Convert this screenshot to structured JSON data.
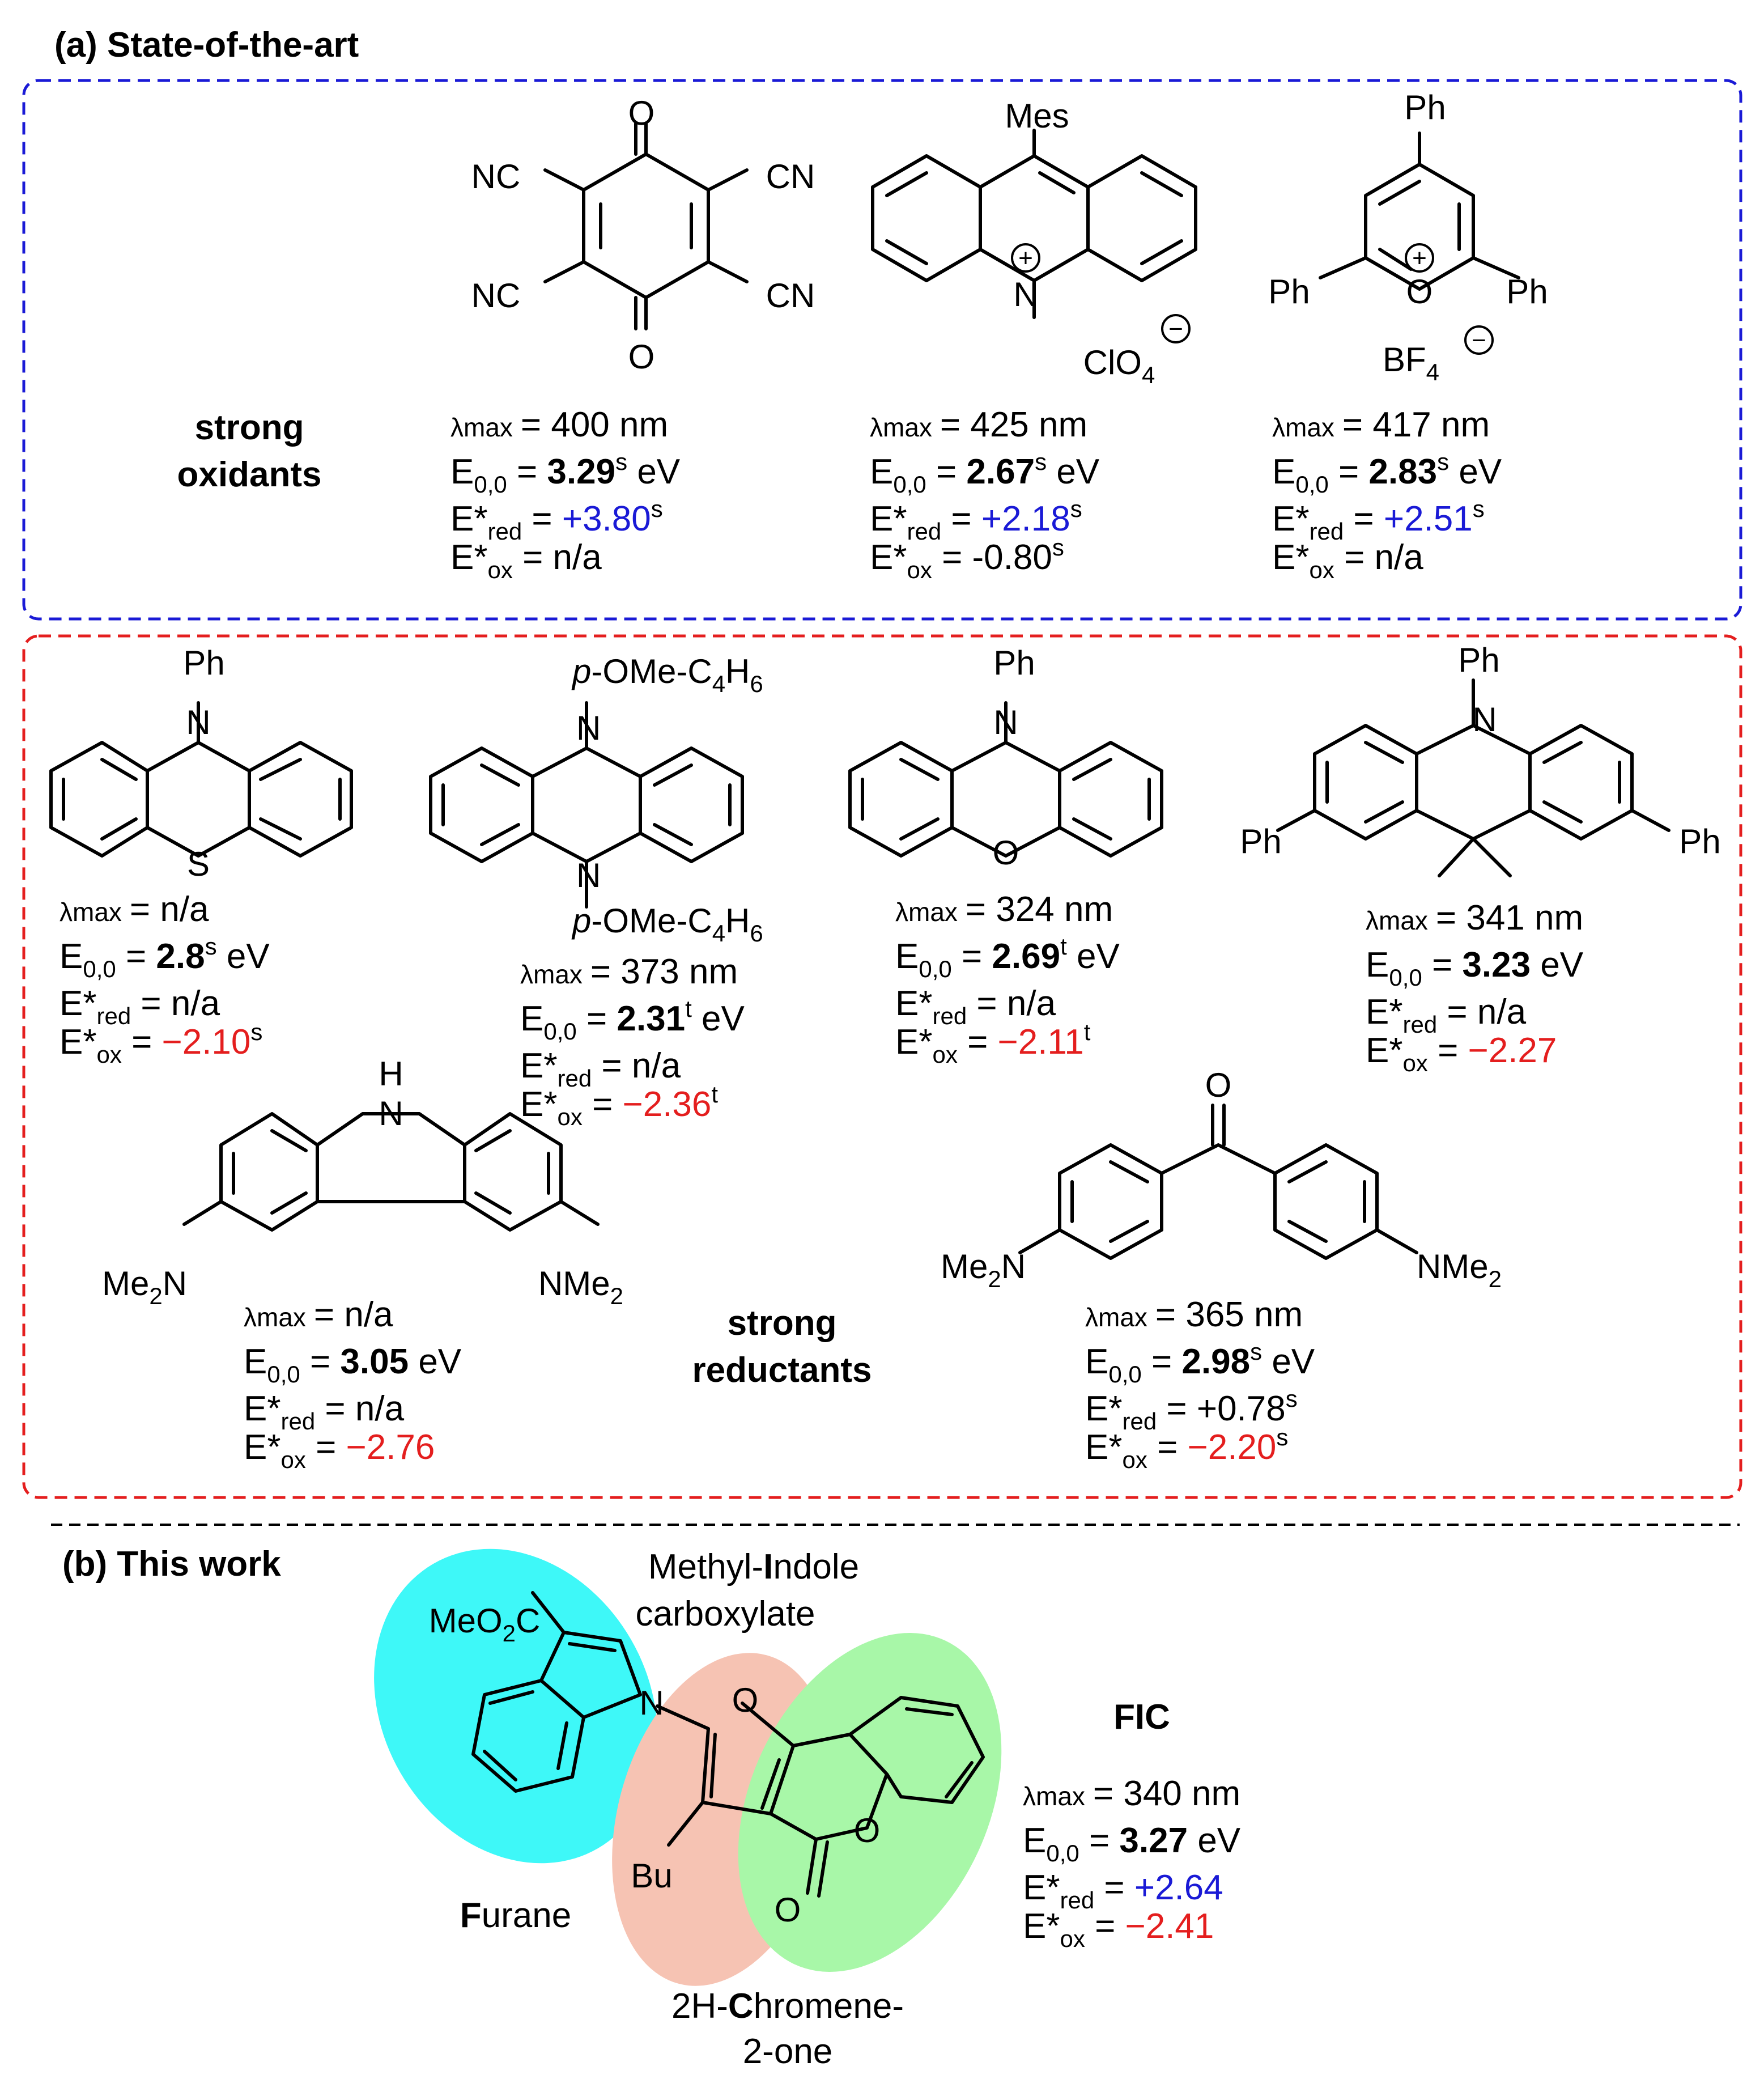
{
  "colors": {
    "oxidant": "#1a1ad6",
    "reductant": "#e41e1e",
    "indole_fill": "#3ef8f8",
    "furan_fill": "#f6c3b3",
    "chromene_fill": "#a8f7a8",
    "indole_label": "#1f8fc9",
    "furan_label": "#f08b82",
    "chromene_label": "#1c6d1c"
  },
  "section_a": {
    "title": "(a) State-of-the-art"
  },
  "oxidants": {
    "label_line1": "strong",
    "label_line2": "oxidants",
    "items": [
      {
        "name": "chloranil-tetracyano",
        "struct": {
          "O_top": "O",
          "O_bot": "O",
          "nc1": "NC",
          "nc2": "NC",
          "cn1": "CN",
          "cn2": "CN"
        },
        "lmax_sym": "λmax",
        "lmax_val": "= 400 nm",
        "e00_pre": "E",
        "e00_sub": "0,0",
        "e00_eq": " = ",
        "e00_bold": "3.29",
        "e00_sup": "s",
        "e00_unit": " eV",
        "ered_pre": "E*",
        "ered_sub": "red",
        "ered_eq": " = ",
        "ered_val": "+3.80",
        "ered_sup": "s",
        "ered_color": "oxidant",
        "eox_pre": "E*",
        "eox_sub": "ox",
        "eox_eq": " = ",
        "eox_val": "n/a",
        "eox_sup": "",
        "eox_color": "plain"
      },
      {
        "name": "mes-acridinium",
        "struct": {
          "mes": "Mes",
          "N": "N",
          "plus": "+",
          "clo": "ClO",
          "clo_sub": "4",
          "minus": "−"
        },
        "lmax_sym": "λmax",
        "lmax_val": "= 425 nm",
        "e00_pre": "E",
        "e00_sub": "0,0",
        "e00_eq": " = ",
        "e00_bold": "2.67",
        "e00_sup": "s",
        "e00_unit": " eV",
        "ered_pre": "E*",
        "ered_sub": "red",
        "ered_eq": " = ",
        "ered_val": "+2.18",
        "ered_sup": "s",
        "ered_color": "oxidant",
        "eox_pre": "E*",
        "eox_sub": "ox",
        "eox_eq": " = ",
        "eox_val": "-0.80",
        "eox_sup": "s",
        "eox_color": "plain"
      },
      {
        "name": "triphenylpyrylium",
        "struct": {
          "ph_top": "Ph",
          "ph_left": "Ph",
          "ph_right": "Ph",
          "O": "O",
          "plus": "+",
          "bf": "BF",
          "bf_sub": "4",
          "minus": "−"
        },
        "lmax_sym": "λmax",
        "lmax_val": "= 417 nm",
        "e00_pre": "E",
        "e00_sub": "0,0",
        "e00_eq": " = ",
        "e00_bold": "2.83",
        "e00_sup": "s",
        "e00_unit": " eV",
        "ered_pre": "E*",
        "ered_sub": "red",
        "ered_eq": " = ",
        "ered_val": "+2.51",
        "ered_sup": "s",
        "ered_color": "oxidant",
        "eox_pre": "E*",
        "eox_sub": "ox",
        "eox_eq": " = ",
        "eox_val": "n/a",
        "eox_sup": "",
        "eox_color": "plain"
      }
    ]
  },
  "reductants": {
    "label_line1": "strong",
    "label_line2": "reductants",
    "items": [
      {
        "name": "phenothiazine",
        "struct": {
          "ph": "Ph",
          "N": "N",
          "S": "S"
        },
        "lmax_sym": "λmax",
        "lmax_val": "= n/a",
        "e00_pre": "E",
        "e00_sub": "0,0",
        "e00_eq": " = ",
        "e00_bold": "2.8",
        "e00_sup": "s",
        "e00_unit": " eV",
        "ered_pre": "E*",
        "ered_sub": "red",
        "ered_eq": " = ",
        "ered_val": "n/a",
        "ered_sup": "",
        "ered_color": "plain",
        "eox_pre": "E*",
        "eox_sub": "ox",
        "eox_eq": " = ",
        "eox_val": "−2.10",
        "eox_sup": "s",
        "eox_color": "reductant"
      },
      {
        "name": "dihydrophenazine",
        "struct": {
          "sub_top_it": "p",
          "sub_top": "-OMe-C",
          "sub_top_sub": "4",
          "sub_top_end": "H",
          "sub_top_sub2": "6",
          "sub_bot_it": "p",
          "sub_bot": "-OMe-C",
          "sub_bot_sub": "4",
          "sub_bot_end": "H",
          "sub_bot_sub2": "6",
          "N1": "N",
          "N2": "N"
        },
        "lmax_sym": "λmax",
        "lmax_val": "= 373 nm",
        "e00_pre": "E",
        "e00_sub": "0,0",
        "e00_eq": " = ",
        "e00_bold": "2.31",
        "e00_sup": "t",
        "e00_unit": " eV",
        "ered_pre": "E*",
        "ered_sub": "red",
        "ered_eq": " = ",
        "ered_val": "n/a",
        "ered_sup": "",
        "ered_color": "plain",
        "eox_pre": "E*",
        "eox_sub": "ox",
        "eox_eq": " = ",
        "eox_val": "−2.36",
        "eox_sup": "t",
        "eox_color": "reductant"
      },
      {
        "name": "phenoxazine",
        "struct": {
          "ph": "Ph",
          "N": "N",
          "O": "O"
        },
        "lmax_sym": "λmax",
        "lmax_val": "= 324 nm",
        "e00_pre": "E",
        "e00_sub": "0,0",
        "e00_eq": " = ",
        "e00_bold": "2.69",
        "e00_sup": "t",
        "e00_unit": " eV",
        "ered_pre": "E*",
        "ered_sub": "red",
        "ered_eq": " = ",
        "ered_val": "n/a",
        "ered_sup": "",
        "ered_color": "plain",
        "eox_pre": "E*",
        "eox_sub": "ox",
        "eox_eq": " = ",
        "eox_val": "−2.11",
        "eox_sup": "t",
        "eox_color": "reductant"
      },
      {
        "name": "dihydroacridine",
        "struct": {
          "ph": "Ph",
          "N": "N",
          "ph_left": "Ph",
          "ph_right": "Ph"
        },
        "lmax_sym": "λmax",
        "lmax_val": "= 341 nm",
        "e00_pre": "E",
        "e00_sub": "0,0",
        "e00_eq": " = ",
        "e00_bold": "3.23",
        "e00_sup": "",
        "e00_unit": " eV",
        "ered_pre": "E*",
        "ered_sub": "red",
        "ered_eq": " = ",
        "ered_val": "n/a",
        "ered_sup": "",
        "ered_color": "plain",
        "eox_pre": "E*",
        "eox_sub": "ox",
        "eox_eq": " = ",
        "eox_val": "−2.27",
        "eox_sup": "",
        "eox_color": "reductant"
      },
      {
        "name": "carbazole",
        "struct": {
          "H": "H",
          "N": "N",
          "nme_left": "Me",
          "nme_left_sub": "2",
          "nme_left_end": "N",
          "nme_right": "NMe",
          "nme_right_sub": "2"
        },
        "lmax_sym": "λmax",
        "lmax_val": "= n/a",
        "e00_pre": "E",
        "e00_sub": "0,0",
        "e00_eq": " = ",
        "e00_bold": "3.05",
        "e00_sup": "",
        "e00_unit": " eV",
        "ered_pre": "E*",
        "ered_sub": "red",
        "ered_eq": " = ",
        "ered_val": "n/a",
        "ered_sup": "",
        "ered_color": "plain",
        "eox_pre": "E*",
        "eox_sub": "ox",
        "eox_eq": " = ",
        "eox_val": "−2.76",
        "eox_sup": "",
        "eox_color": "reductant"
      },
      {
        "name": "michlers-ketone",
        "struct": {
          "O": "O",
          "nme_left": "Me",
          "nme_left_sub": "2",
          "nme_left_end": "N",
          "nme_right": "NMe",
          "nme_right_sub": "2"
        },
        "lmax_sym": "λmax",
        "lmax_val": "= 365 nm",
        "e00_pre": "E",
        "e00_sub": "0,0",
        "e00_eq": " = ",
        "e00_bold": "2.98",
        "e00_sup": "s",
        "e00_unit": " eV",
        "ered_pre": "E*",
        "ered_sub": "red",
        "ered_eq": " = ",
        "ered_val": "+0.78",
        "ered_sup": "s",
        "ered_color": "plain",
        "eox_pre": "E*",
        "eox_sub": "ox",
        "eox_eq": " = ",
        "eox_val": "−2.20",
        "eox_sup": "s",
        "eox_color": "reductant"
      }
    ]
  },
  "section_b": {
    "title": "(b) This work",
    "indole_line1": "Methyl-",
    "indole_line1_bold": "I",
    "indole_line1_end": "ndole",
    "indole_line2": "carboxylate",
    "furan_bold": "F",
    "furan_end": "urane",
    "chromene_line1": "2H-",
    "chromene_line1_bold": "C",
    "chromene_line1_end": "hromene-",
    "chromene_line2": "2-one",
    "struct": {
      "meo": "MeO",
      "meo_sub": "2",
      "meo_end": "C",
      "N": "N",
      "O_furan": "O",
      "O_lactone": "O",
      "O_carbonyl": "O",
      "Bu": "Bu"
    },
    "fic": {
      "name": "FIC",
      "lmax_sym": "λmax",
      "lmax_val": "= 340 nm",
      "e00_pre": "E",
      "e00_sub": "0,0",
      "e00_eq": " = ",
      "e00_bold": "3.27",
      "e00_sup": "",
      "e00_unit": " eV",
      "ered_pre": "E*",
      "ered_sub": "red",
      "ered_eq": " = ",
      "ered_val": "+2.64",
      "ered_sup": "",
      "ered_color": "oxidant",
      "eox_pre": "E*",
      "eox_sub": "ox",
      "eox_eq": " = ",
      "eox_val": "−2.41",
      "eox_sup": "",
      "eox_color": "reductant"
    }
  }
}
